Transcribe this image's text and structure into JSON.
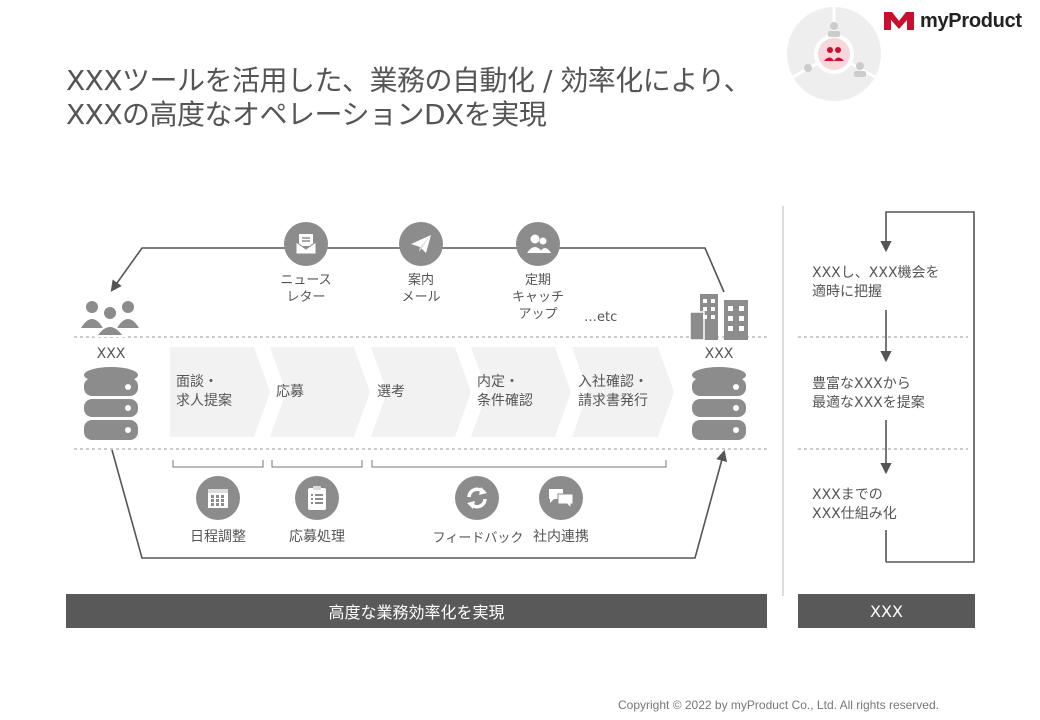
{
  "brand": {
    "name": "myProduct"
  },
  "title": {
    "line1": "XXXツールを活用した、業務の自動化 / 効率化により、",
    "line2": "XXXの高度なオペレーションDXを実現"
  },
  "top_channels": [
    {
      "label_lines": [
        "ニュース",
        "レター"
      ],
      "icon": "envelope-icon"
    },
    {
      "label_lines": [
        "案内",
        "メール"
      ],
      "icon": "paper-plane-icon"
    },
    {
      "label_lines": [
        "定期",
        "キャッチ",
        "アップ"
      ],
      "icon": "people-icon"
    }
  ],
  "top_etc": "…etc",
  "left_node": {
    "label": "XXX",
    "icon": "users-icon"
  },
  "right_node": {
    "label": "XXX",
    "icon": "buildings-icon"
  },
  "process_steps": [
    {
      "lines": [
        "面談・",
        "求人提案"
      ]
    },
    {
      "lines": [
        "応募"
      ]
    },
    {
      "lines": [
        "選考"
      ]
    },
    {
      "lines": [
        "内定・",
        "条件確認"
      ]
    },
    {
      "lines": [
        "入社確認・",
        "請求書発行"
      ]
    }
  ],
  "bottom_tools": [
    {
      "label": "日程調整",
      "icon": "calendar-icon"
    },
    {
      "label": "応募処理",
      "icon": "clipboard-icon"
    },
    {
      "label": "フィードバック",
      "icon": "refresh-icon"
    },
    {
      "label": "社内連携",
      "icon": "chat-icon"
    }
  ],
  "right_flow": [
    {
      "lines": [
        "XXXし、XXX機会を",
        "適時に把握"
      ]
    },
    {
      "lines": [
        "豊富なXXXから",
        "最適なXXXを提案"
      ]
    },
    {
      "lines": [
        "XXXまでの",
        "XXX仕組み化"
      ]
    }
  ],
  "bottom_bar": {
    "label": "高度な業務効率化を実現"
  },
  "right_bar": {
    "label": "XXX"
  },
  "copyright": "Copyright © 2022 by myProduct Co., Ltd.  All rights reserved.",
  "colors": {
    "icon_gray": "#8c8c8c",
    "chevron_fill": "#f2f2f2",
    "bar": "#595959",
    "accent": "#c8102e"
  }
}
